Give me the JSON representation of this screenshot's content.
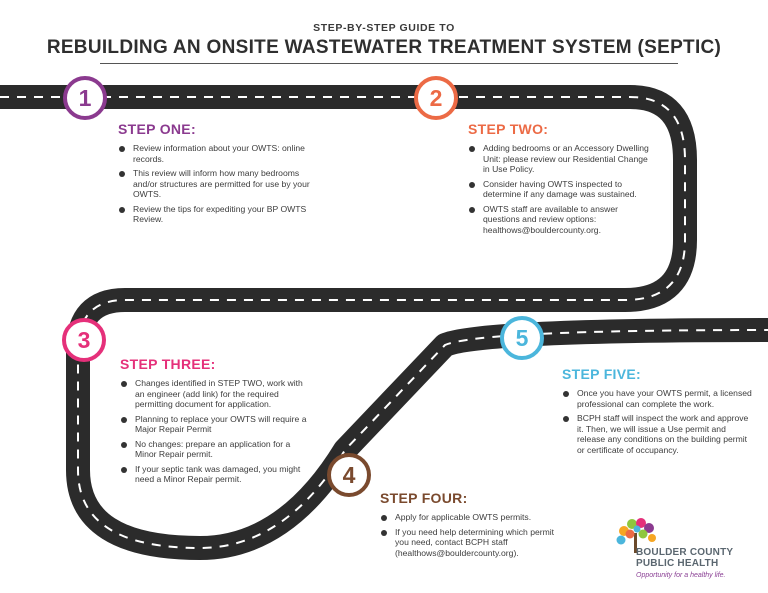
{
  "header": {
    "subtitle": "STEP-BY-STEP GUIDE TO",
    "title": "REBUILDING AN ONSITE WASTEWATER TREATMENT SYSTEM (SEPTIC)"
  },
  "colors": {
    "road": "#2b2b2b",
    "step1": "#8b3a8f",
    "step2": "#ec6a45",
    "step3": "#e5307a",
    "step4": "#7a4a2e",
    "step5": "#4bb6dc"
  },
  "steps": [
    {
      "number": "1",
      "title": "STEP ONE:",
      "items": [
        "Review information about your OWTS: online records.",
        "This review will inform how many bedrooms and/or structures are permitted for use by your OWTS.",
        "Review the tips for expediting your BP OWTS Review."
      ]
    },
    {
      "number": "2",
      "title": "STEP TWO:",
      "items": [
        "Adding bedrooms or an Accessory Dwelling Unit: please review our Residential Change in Use Policy.",
        "Consider having OWTS inspected to determine if any damage was sustained.",
        "OWTS staff are available to answer questions and review options: healthows@bouldercounty.org."
      ]
    },
    {
      "number": "3",
      "title": "STEP THREE:",
      "items": [
        "Changes identified in STEP TWO, work with an engineer (add link) for the required permitting document for application.",
        "Planning to replace your OWTS will require a Major Repair Permit",
        "No changes: prepare an application for a Minor Repair permit.",
        "If your septic tank was damaged, you might need a Minor Repair permit."
      ]
    },
    {
      "number": "4",
      "title": "STEP FOUR:",
      "items": [
        "Apply for applicable OWTS permits.",
        "If you need help determining which permit you need, contact BCPH staff (healthows@bouldercounty.org)."
      ]
    },
    {
      "number": "5",
      "title": "STEP FIVE:",
      "items": [
        "Once you have your OWTS permit, a licensed professional can complete the work.",
        "BCPH staff will inspect the work and approve it. Then, we will issue a Use permit and release any conditions on the building permit or certificate of occupancy."
      ]
    }
  ],
  "logo": {
    "line1": "BOULDER COUNTY",
    "line2": "PUBLIC HEALTH",
    "tagline": "Opportunity for a healthy life."
  }
}
